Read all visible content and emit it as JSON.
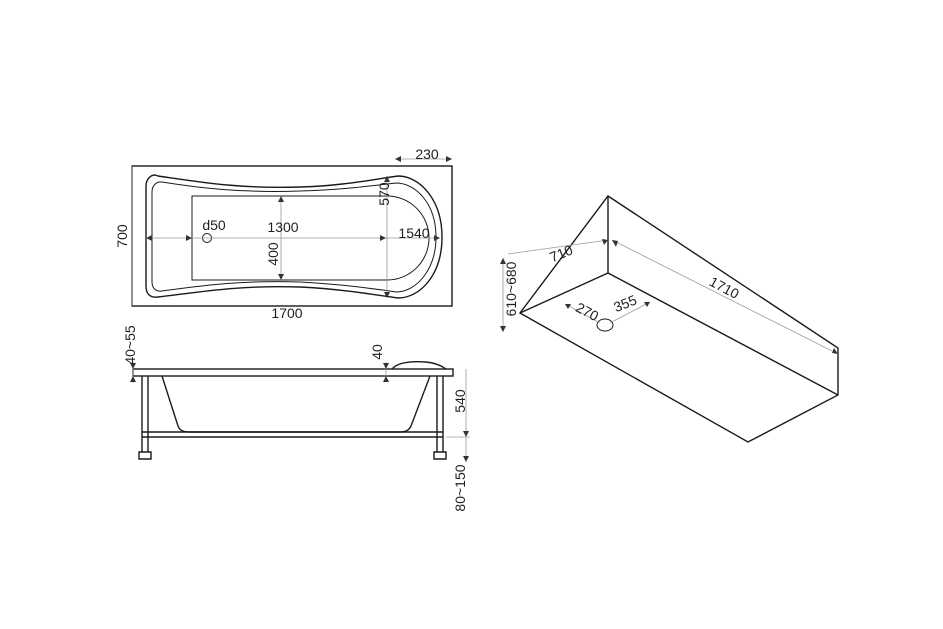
{
  "top_view": {
    "width": "1700",
    "height": "700",
    "inner_length": "1300",
    "inner_width": "400",
    "drain": "d50",
    "bowl_length": "1540",
    "bowl_width": "570",
    "offset": "230"
  },
  "side_view": {
    "rim_thickness": "40~55",
    "headrest": "40",
    "depth": "540",
    "legs": "80~150"
  },
  "iso_view": {
    "width": "710",
    "length": "1710",
    "height": "610~680",
    "drain_offset_a": "270",
    "drain_offset_b": "355"
  },
  "colors": {
    "line": "#1a1a1a",
    "dimension": "#9a9a9a",
    "text": "#1f1f1f"
  }
}
